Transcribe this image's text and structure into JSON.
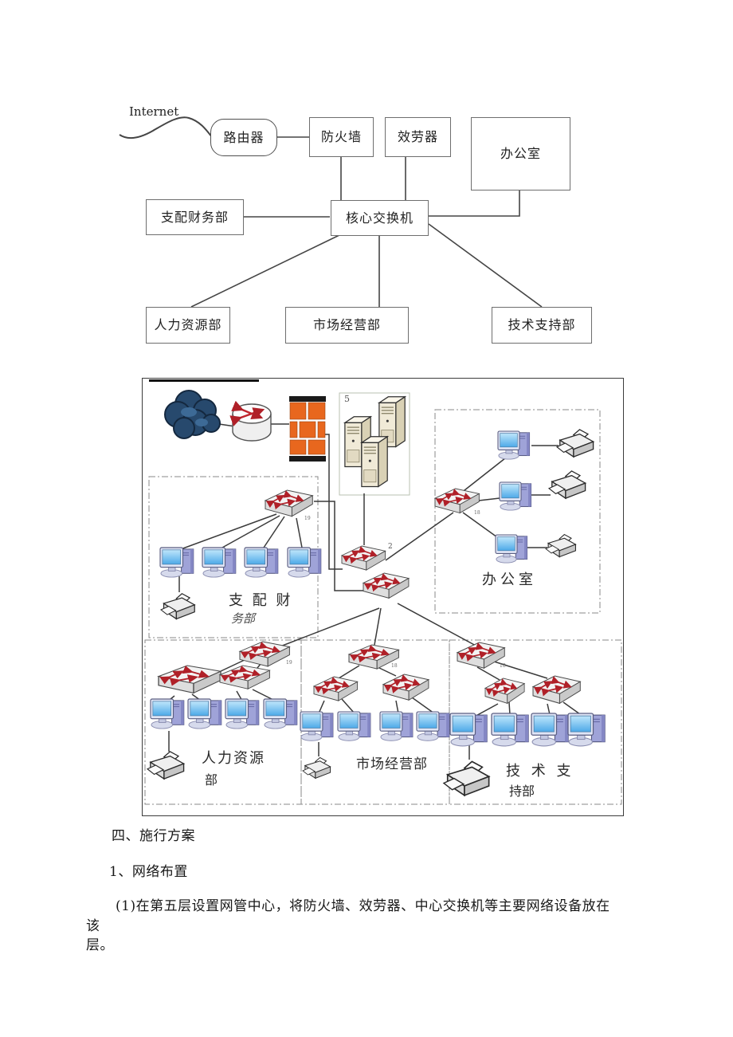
{
  "block_diagram": {
    "internet": "Internet",
    "router": "路由器",
    "firewall": "防火墙",
    "server": "效劳器",
    "office": "办公室",
    "finance": "支配财务部",
    "core_switch": "核心交换机",
    "hr": "人力资源部",
    "marketing": "市场经营部",
    "tech_support": "技术支持部"
  },
  "topology": {
    "finance_label_1": "支 配 财",
    "finance_label_2": "务部",
    "office_label": "办公室",
    "hr_label_1": "人力资源",
    "hr_label_2": "部",
    "marketing_label": "市场经营部",
    "tech_label_1": "技 术 支",
    "tech_label_2": "持部",
    "server_group_label": "5",
    "core_stack_label": "2",
    "port_labels": {
      "finance_switch": "19",
      "office_switch": "18",
      "hr_top_switch": "19",
      "marketing_top_switch": "18",
      "tech_top_switch": "18"
    }
  },
  "body_text": {
    "heading": "四、施行方案",
    "subheading": "1、网络布置",
    "paragraph": "(1)在第五层设置网管中心，将防火墙、效劳器、中心交换机等主要网络设备放在",
    "paragraph_cont_1": "该",
    "paragraph_cont_2": "层。"
  },
  "colors": {
    "firewall_brick": "#e8671e",
    "cloud": "#27496d",
    "arrow_red": "#b02028",
    "monitor_blue": "#59b4ee",
    "tower_lavender": "#9fa3d8",
    "server_beige": "#f0ead7",
    "switch_gray": "#e9e9e9",
    "line": "#3a3a3a"
  }
}
